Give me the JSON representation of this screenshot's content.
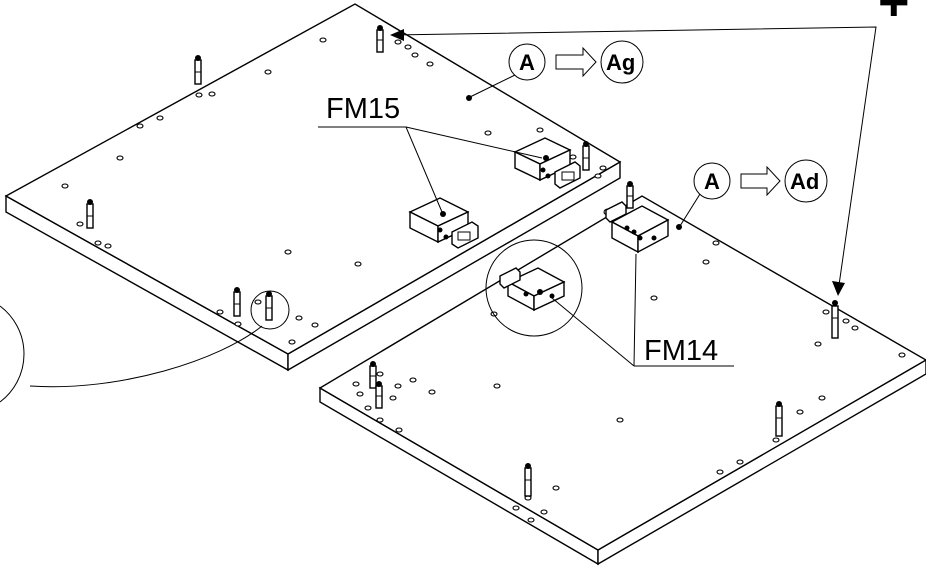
{
  "labels": {
    "fm15": "FM15",
    "fm14": "FM14",
    "a_top": "A",
    "ag": "Ag",
    "a_right": "A",
    "ad": "Ad",
    "plus": "+"
  },
  "icons": {
    "transform_arrow": "hollow-right-arrow-icon",
    "plus": "plus-icon"
  },
  "colors": {
    "ink": "#000000",
    "paper": "#ffffff"
  }
}
